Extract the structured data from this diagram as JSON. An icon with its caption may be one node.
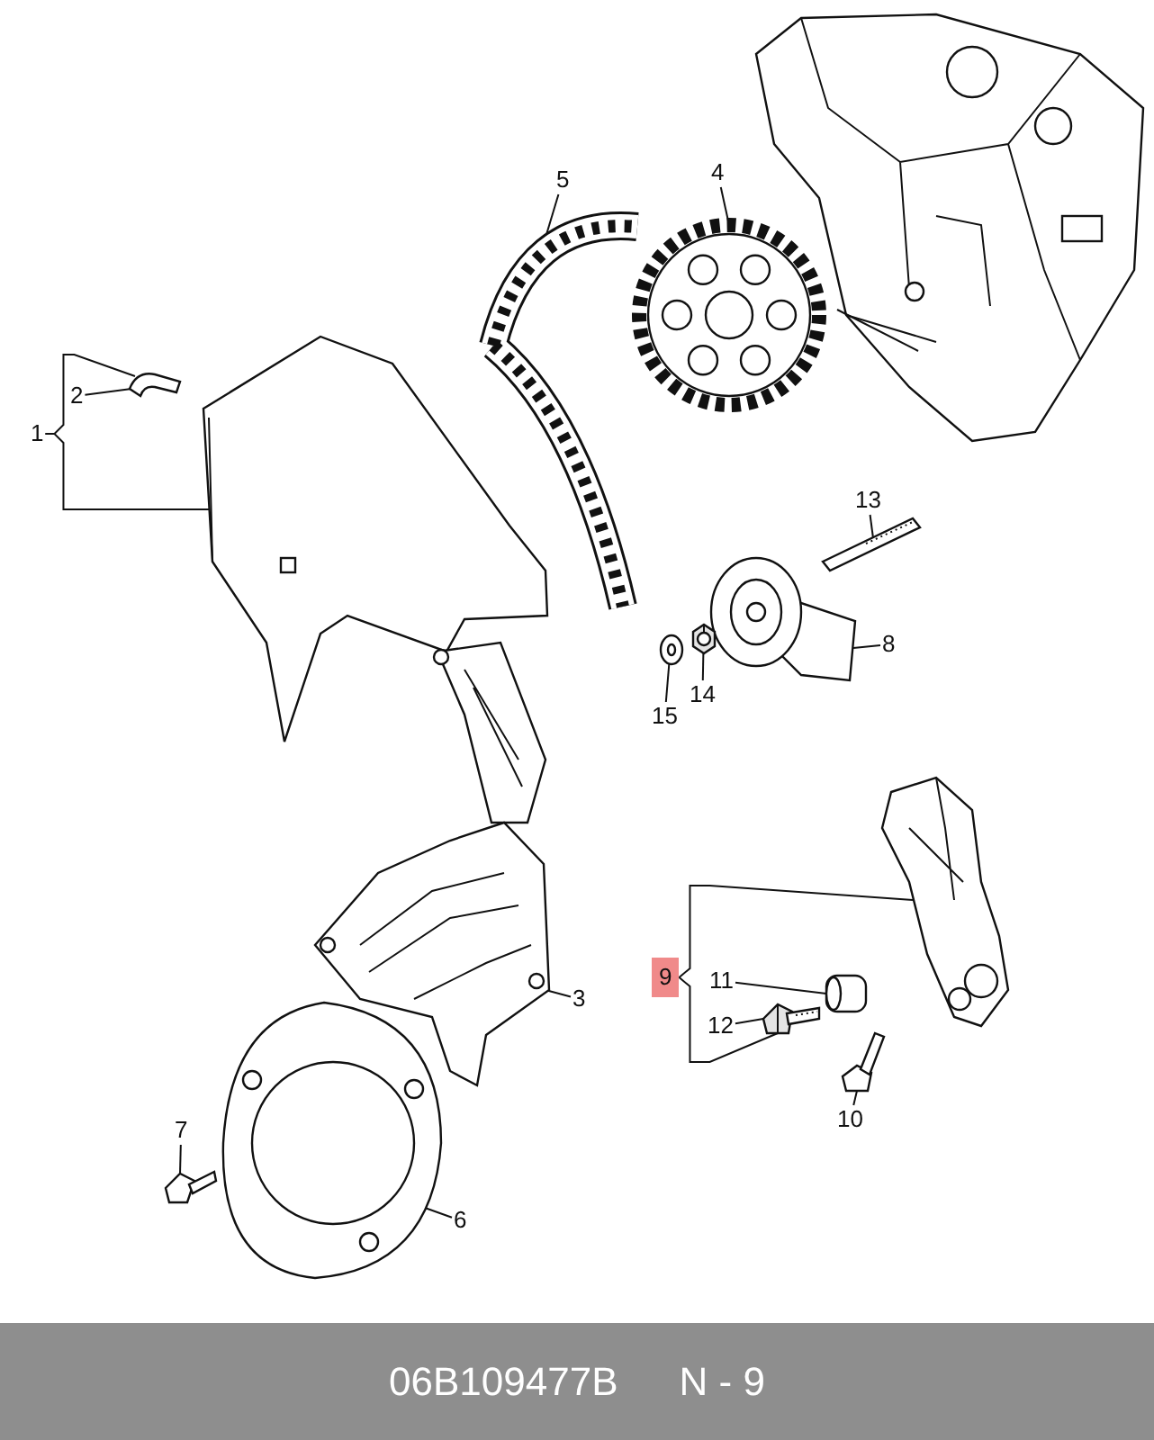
{
  "diagram": {
    "caption": "06B109477B",
    "nodes": [
      {
        "text": [
          "1"
        ]
      },
      {
        "text": [
          "2"
        ]
      },
      {
        "text": [
          "3"
        ]
      },
      {
        "text": [
          "4"
        ]
      },
      {
        "text": [
          "5"
        ]
      },
      {
        "text": [
          "6"
        ]
      },
      {
        "text": [
          "7"
        ]
      },
      {
        "text": [
          "8"
        ]
      },
      {
        "text": [
          "9"
        ]
      },
      {
        "text": [
          "10"
        ]
      },
      {
        "text": [
          "11"
        ]
      },
      {
        "text": [
          "12"
        ]
      },
      {
        "text": [
          "13"
        ]
      },
      {
        "text": [
          "14"
        ]
      },
      {
        "text": [
          "15"
        ]
      },
      {
        "text": [],
        "shape": "picture"
      },
      {
        "text": [],
        "shape": "picture"
      },
      {
        "text": [],
        "shape": "picture"
      },
      {
        "text": [],
        "shape": "picture"
      },
      {
        "text": [],
        "shape": "picture"
      },
      {
        "text": [],
        "shape": "picture"
      },
      {
        "text": [],
        "shape": "picture"
      },
      {
        "text": [],
        "shape": "picture"
      },
      {
        "text": [],
        "shape": "picture"
      },
      {
        "text": [],
        "shape": "picture"
      },
      {
        "text": [],
        "shape": "picture"
      },
      {
        "text": [],
        "shape": "picture"
      },
      {
        "text": [],
        "shape": "picture"
      },
      {
        "text": [],
        "shape": "picture"
      },
      {
        "text": [],
        "shape": "picture"
      }
    ],
    "edges": [
      {
        "from": 0,
        "to": 15,
        "arrow": "none"
      },
      {
        "from": 1,
        "to": 16,
        "arrow": "none"
      },
      {
        "from": 2,
        "to": 17,
        "arrow": "none"
      },
      {
        "from": 3,
        "to": 18,
        "arrow": "none"
      },
      {
        "from": 4,
        "to": 19,
        "arrow": "none"
      },
      {
        "from": 5,
        "to": 20,
        "arrow": "none"
      },
      {
        "from": 6,
        "to": 21,
        "arrow": "none"
      },
      {
        "from": 7,
        "to": 22,
        "arrow": "none"
      },
      {
        "from": 8,
        "to": 23,
        "arrow": "none"
      },
      {
        "from": 9,
        "to": 24,
        "arrow": "none"
      },
      {
        "from": 10,
        "to": 25,
        "arrow": "none"
      },
      {
        "from": 11,
        "to": 26,
        "arrow": "none"
      },
      {
        "from": 12,
        "to": 27,
        "arrow": "none"
      },
      {
        "from": 13,
        "to": 28,
        "arrow": "none"
      },
      {
        "from": 14,
        "to": 29,
        "arrow": "none"
      },
      {
        "from": 0,
        "to": 16,
        "arrow": "none"
      },
      {
        "from": 8,
        "to": 26,
        "arrow": "none"
      }
    ],
    "labels": [
      "N - 9"
    ]
  }
}
